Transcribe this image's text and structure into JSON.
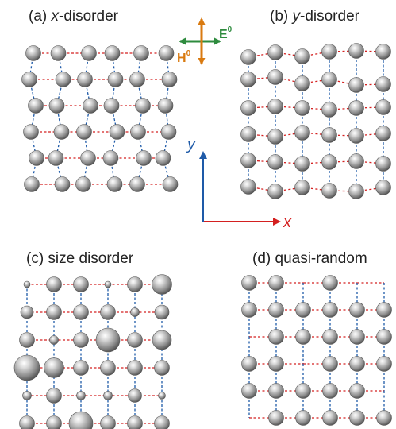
{
  "panels": [
    {
      "prefix": "(a) ",
      "emph": "x",
      "suffix": "-disorder"
    },
    {
      "prefix": "(b) ",
      "emph": "y",
      "suffix": "-disorder"
    },
    {
      "prefix": "(c) size disorder",
      "emph": "",
      "suffix": ""
    },
    {
      "prefix": "(d) quasi-random",
      "emph": "",
      "suffix": ""
    }
  ],
  "field_legend": {
    "e_label": "E",
    "e_sup": "0",
    "h_label": "H",
    "h_sup": "0",
    "e_color": "#2e8b3e",
    "h_color": "#d97a10"
  },
  "axes": {
    "x_label": "x",
    "y_label": "y",
    "x_color": "#d42020",
    "y_color": "#1e5aa8"
  },
  "colors": {
    "horizontal_bond": "#d42020",
    "vertical_bond": "#1e5aa8",
    "sphere": "#8c8c8c"
  }
}
